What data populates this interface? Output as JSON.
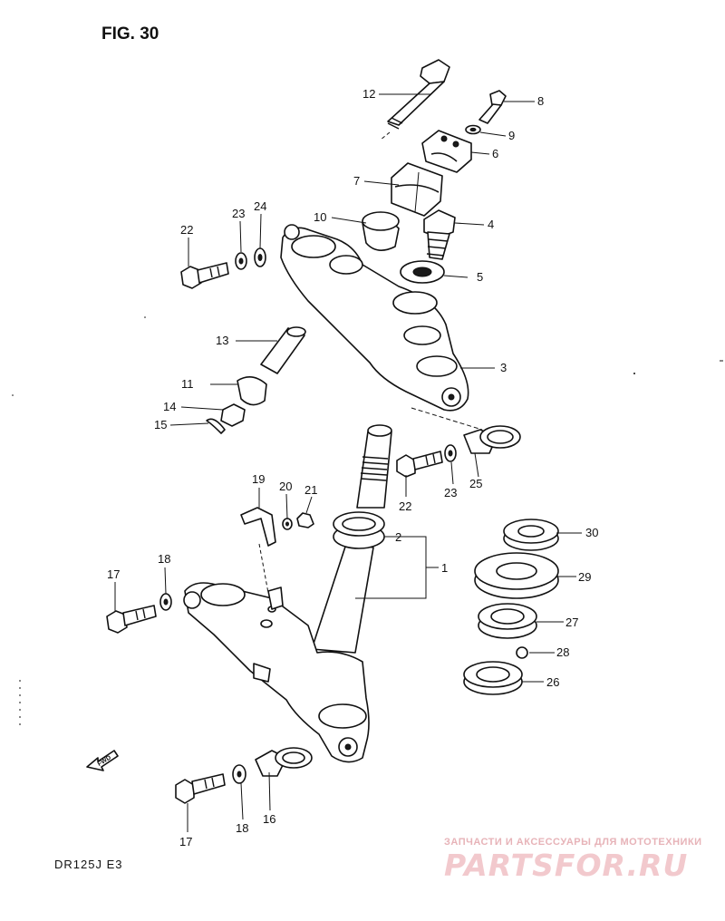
{
  "figure_label": "FIG. 30",
  "model_label": "DR125J  E3",
  "watermark": {
    "top_text": "ЗАПЧАСТИ И АКСЕССУАРЫ ДЛЯ МОТОТЕХНИКИ",
    "brand_text": "PARTSFOR.RU"
  },
  "fwd_label": "FWD",
  "part_labels": {
    "p1": "1",
    "p2": "2",
    "p3": "3",
    "p4": "4",
    "p5": "5",
    "p6": "6",
    "p7": "7",
    "p8": "8",
    "p9": "9",
    "p10": "10",
    "p11": "11",
    "p12": "12",
    "p13": "13",
    "p14": "14",
    "p15": "15",
    "p16": "16",
    "p17a": "17",
    "p17b": "17",
    "p18a": "18",
    "p18b": "18",
    "p19": "19",
    "p20": "20",
    "p21": "21",
    "p22a": "22",
    "p22b": "22",
    "p23a": "23",
    "p23b": "23",
    "p24": "24",
    "p25": "25",
    "p26": "26",
    "p27": "27",
    "p28": "28",
    "p29": "29",
    "p30": "30"
  }
}
